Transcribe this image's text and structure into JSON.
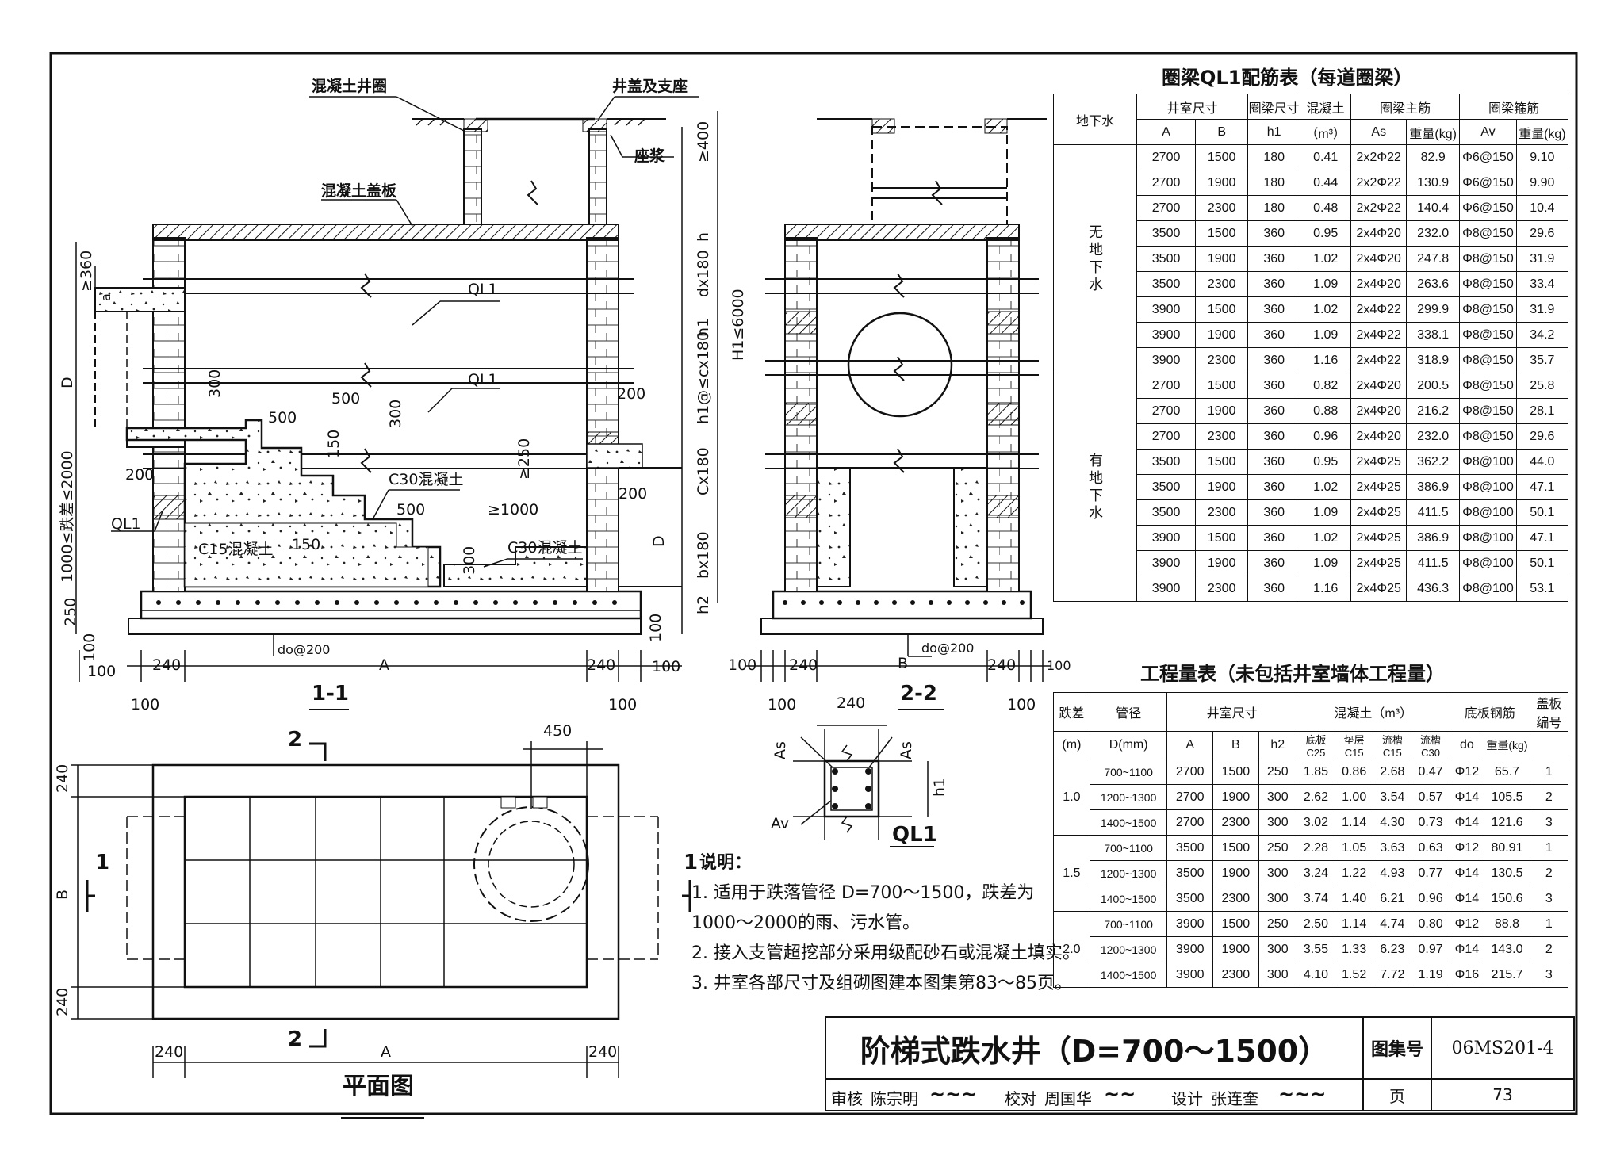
{
  "section11": {
    "label": "1-1",
    "notes": {
      "well_ring": "混凝土井圈",
      "cover": "井盖及支座",
      "mortar": "座浆",
      "slab": "混凝土盖板",
      "ql1a": "QL1",
      "ql1b": "QL1",
      "ql1c": "QL1",
      "c30a": "C30混凝土",
      "c30b": "C30混凝土",
      "c15": "C15混凝土",
      "do200": "do@200"
    },
    "dims": {
      "d400": "≥400",
      "h": "h",
      "dx180": "dx180",
      "h1a": "h1",
      "h1c": "h1@≤cx180",
      "h1total": "H1≤6000",
      "cx180": "Cx180",
      "bx180": "bx180",
      "h2": "h2",
      "d360": "≥360",
      "a": "a",
      "D": "D",
      "drop": "1000≤跌差≤2000",
      "d250": "250",
      "d100": "100",
      "d300a": "300",
      "d500a": "500",
      "d500b": "500",
      "d300b": "300",
      "d200a": "200",
      "d150": "150",
      "d250b": "≥250",
      "d200b": "200",
      "d500c": "500",
      "d1000": "≥1000",
      "d200c": "200",
      "d300c": "300",
      "dD": "D",
      "d150b": "150",
      "d100b": "100",
      "A": "A",
      "b240a": "240",
      "b240b": "240",
      "b100a": "100",
      "b100b": "100",
      "b100c": "100",
      "b100d": "100"
    }
  },
  "section22": {
    "label": "2-2",
    "dims": {
      "B": "B",
      "b240a": "240",
      "b240b": "240",
      "b100a": "100",
      "b100b": "100",
      "b100c": "100",
      "b100d": "100",
      "do200": "do@200"
    }
  },
  "ql1_detail": {
    "label": "QL1",
    "w240": "240",
    "as1": "As",
    "as2": "As",
    "av": "Av",
    "h1": "h1"
  },
  "plan": {
    "label": "平面图",
    "d450": "450",
    "d240a": "240",
    "d240b": "240",
    "d240c": "240",
    "d240d": "240",
    "A": "A",
    "B": "B",
    "cut1a": "1",
    "cut1b": "1",
    "cut2a": "2",
    "cut2b": "2"
  },
  "notes": {
    "heading": "说明：",
    "items": [
      "1. 适用于跌落管径  D=700～1500，跌差为",
      "    1000～2000的雨、污水管。",
      "2. 接入支管超挖部分采用级配砂石或混凝土填实。",
      "3. 井室各部尺寸及组砌图建本图集第83～85页。"
    ]
  },
  "ql1_table": {
    "title": "圈梁QL1配筋表（每道圈梁）",
    "h_gw": "地下水",
    "h_room": "井室尺寸",
    "h_ql": "圈梁尺寸",
    "h_conc": "混凝土",
    "h_main": "圈梁主筋",
    "h_stir": "圈梁箍筋",
    "h_A": "A",
    "h_B": "B",
    "h_h1": "h1",
    "h_m3": "（m³）",
    "h_As": "As",
    "h_w1": "重量(kg)",
    "h_Av": "Av",
    "h_w2": "重量(kg)",
    "g1": "无地下水",
    "g2": "有地下水",
    "rows": [
      [
        "2700",
        "1500",
        "180",
        "0.41",
        "2x2Φ22",
        "82.9",
        "Φ6@150",
        "9.10"
      ],
      [
        "2700",
        "1900",
        "180",
        "0.44",
        "2x2Φ22",
        "130.9",
        "Φ6@150",
        "9.90"
      ],
      [
        "2700",
        "2300",
        "180",
        "0.48",
        "2x2Φ22",
        "140.4",
        "Φ6@150",
        "10.4"
      ],
      [
        "3500",
        "1500",
        "360",
        "0.95",
        "2x4Φ20",
        "232.0",
        "Φ8@150",
        "29.6"
      ],
      [
        "3500",
        "1900",
        "360",
        "1.02",
        "2x4Φ20",
        "247.8",
        "Φ8@150",
        "31.9"
      ],
      [
        "3500",
        "2300",
        "360",
        "1.09",
        "2x4Φ20",
        "263.6",
        "Φ8@150",
        "33.4"
      ],
      [
        "3900",
        "1500",
        "360",
        "1.02",
        "2x4Φ22",
        "299.9",
        "Φ8@150",
        "31.9"
      ],
      [
        "3900",
        "1900",
        "360",
        "1.09",
        "2x4Φ22",
        "338.1",
        "Φ8@150",
        "34.2"
      ],
      [
        "3900",
        "2300",
        "360",
        "1.16",
        "2x4Φ22",
        "318.9",
        "Φ8@150",
        "35.7"
      ],
      [
        "2700",
        "1500",
        "360",
        "0.82",
        "2x4Φ20",
        "200.5",
        "Φ8@150",
        "25.8"
      ],
      [
        "2700",
        "1900",
        "360",
        "0.88",
        "2x4Φ20",
        "216.2",
        "Φ8@150",
        "28.1"
      ],
      [
        "2700",
        "2300",
        "360",
        "0.96",
        "2x4Φ20",
        "232.0",
        "Φ8@150",
        "29.6"
      ],
      [
        "3500",
        "1500",
        "360",
        "0.95",
        "2x4Φ25",
        "362.2",
        "Φ8@100",
        "44.0"
      ],
      [
        "3500",
        "1900",
        "360",
        "1.02",
        "2x4Φ25",
        "386.9",
        "Φ8@100",
        "47.1"
      ],
      [
        "3500",
        "2300",
        "360",
        "1.09",
        "2x4Φ25",
        "411.5",
        "Φ8@100",
        "50.1"
      ],
      [
        "3900",
        "1500",
        "360",
        "1.02",
        "2x4Φ25",
        "386.9",
        "Φ8@100",
        "47.1"
      ],
      [
        "3900",
        "1900",
        "360",
        "1.09",
        "2x4Φ25",
        "411.5",
        "Φ8@100",
        "50.1"
      ],
      [
        "3900",
        "2300",
        "360",
        "1.16",
        "2x4Φ25",
        "436.3",
        "Φ8@100",
        "53.1"
      ]
    ]
  },
  "qty_table": {
    "title": "工程量表（未包括井室墙体工程量）",
    "h_drop": "跌差",
    "h_m": "(m)",
    "h_pipe": "管径",
    "h_D": "D(mm)",
    "h_room": "井室尺寸",
    "h_A": "A",
    "h_B": "B",
    "h_h2": "h2",
    "h_conc": "混凝土（m³）",
    "h_c1": "底板C25",
    "h_c2": "垫层C15",
    "h_c3": "流槽C15",
    "h_c4": "流槽C30",
    "h_steel": "底板钢筋",
    "h_do": "do",
    "h_wt": "重量(kg)",
    "h_cover": "盖板编号",
    "groups": [
      "1.0",
      "1.5",
      "2.0"
    ],
    "rows": [
      [
        "700~1100",
        "2700",
        "1500",
        "250",
        "1.85",
        "0.86",
        "2.68",
        "0.47",
        "Φ12",
        "65.7",
        "1"
      ],
      [
        "1200~1300",
        "2700",
        "1900",
        "300",
        "2.62",
        "1.00",
        "3.54",
        "0.57",
        "Φ14",
        "105.5",
        "2"
      ],
      [
        "1400~1500",
        "2700",
        "2300",
        "300",
        "3.02",
        "1.14",
        "4.30",
        "0.73",
        "Φ14",
        "121.6",
        "3"
      ],
      [
        "700~1100",
        "3500",
        "1500",
        "250",
        "2.28",
        "1.05",
        "3.63",
        "0.63",
        "Φ12",
        "80.91",
        "1"
      ],
      [
        "1200~1300",
        "3500",
        "1900",
        "300",
        "3.24",
        "1.22",
        "4.93",
        "0.77",
        "Φ14",
        "130.5",
        "2"
      ],
      [
        "1400~1500",
        "3500",
        "2300",
        "300",
        "3.74",
        "1.40",
        "6.21",
        "0.96",
        "Φ14",
        "150.6",
        "3"
      ],
      [
        "700~1100",
        "3900",
        "1500",
        "250",
        "2.50",
        "1.14",
        "4.74",
        "0.80",
        "Φ12",
        "88.8",
        "1"
      ],
      [
        "1200~1300",
        "3900",
        "1900",
        "300",
        "3.55",
        "1.33",
        "6.23",
        "0.97",
        "Φ14",
        "143.0",
        "2"
      ],
      [
        "1400~1500",
        "3900",
        "2300",
        "300",
        "4.10",
        "1.52",
        "7.72",
        "1.19",
        "Φ16",
        "215.7",
        "3"
      ]
    ]
  },
  "title_block": {
    "title": "阶梯式跌水井（D=700～1500）",
    "atlas_label": "图集号",
    "atlas_no": "06MS201-4",
    "review": "审核",
    "reviewer": "陈宗明",
    "check": "校对",
    "checker": "周国华",
    "design": "设计",
    "designer": "张连奎",
    "page_label": "页",
    "page_no": "73"
  }
}
